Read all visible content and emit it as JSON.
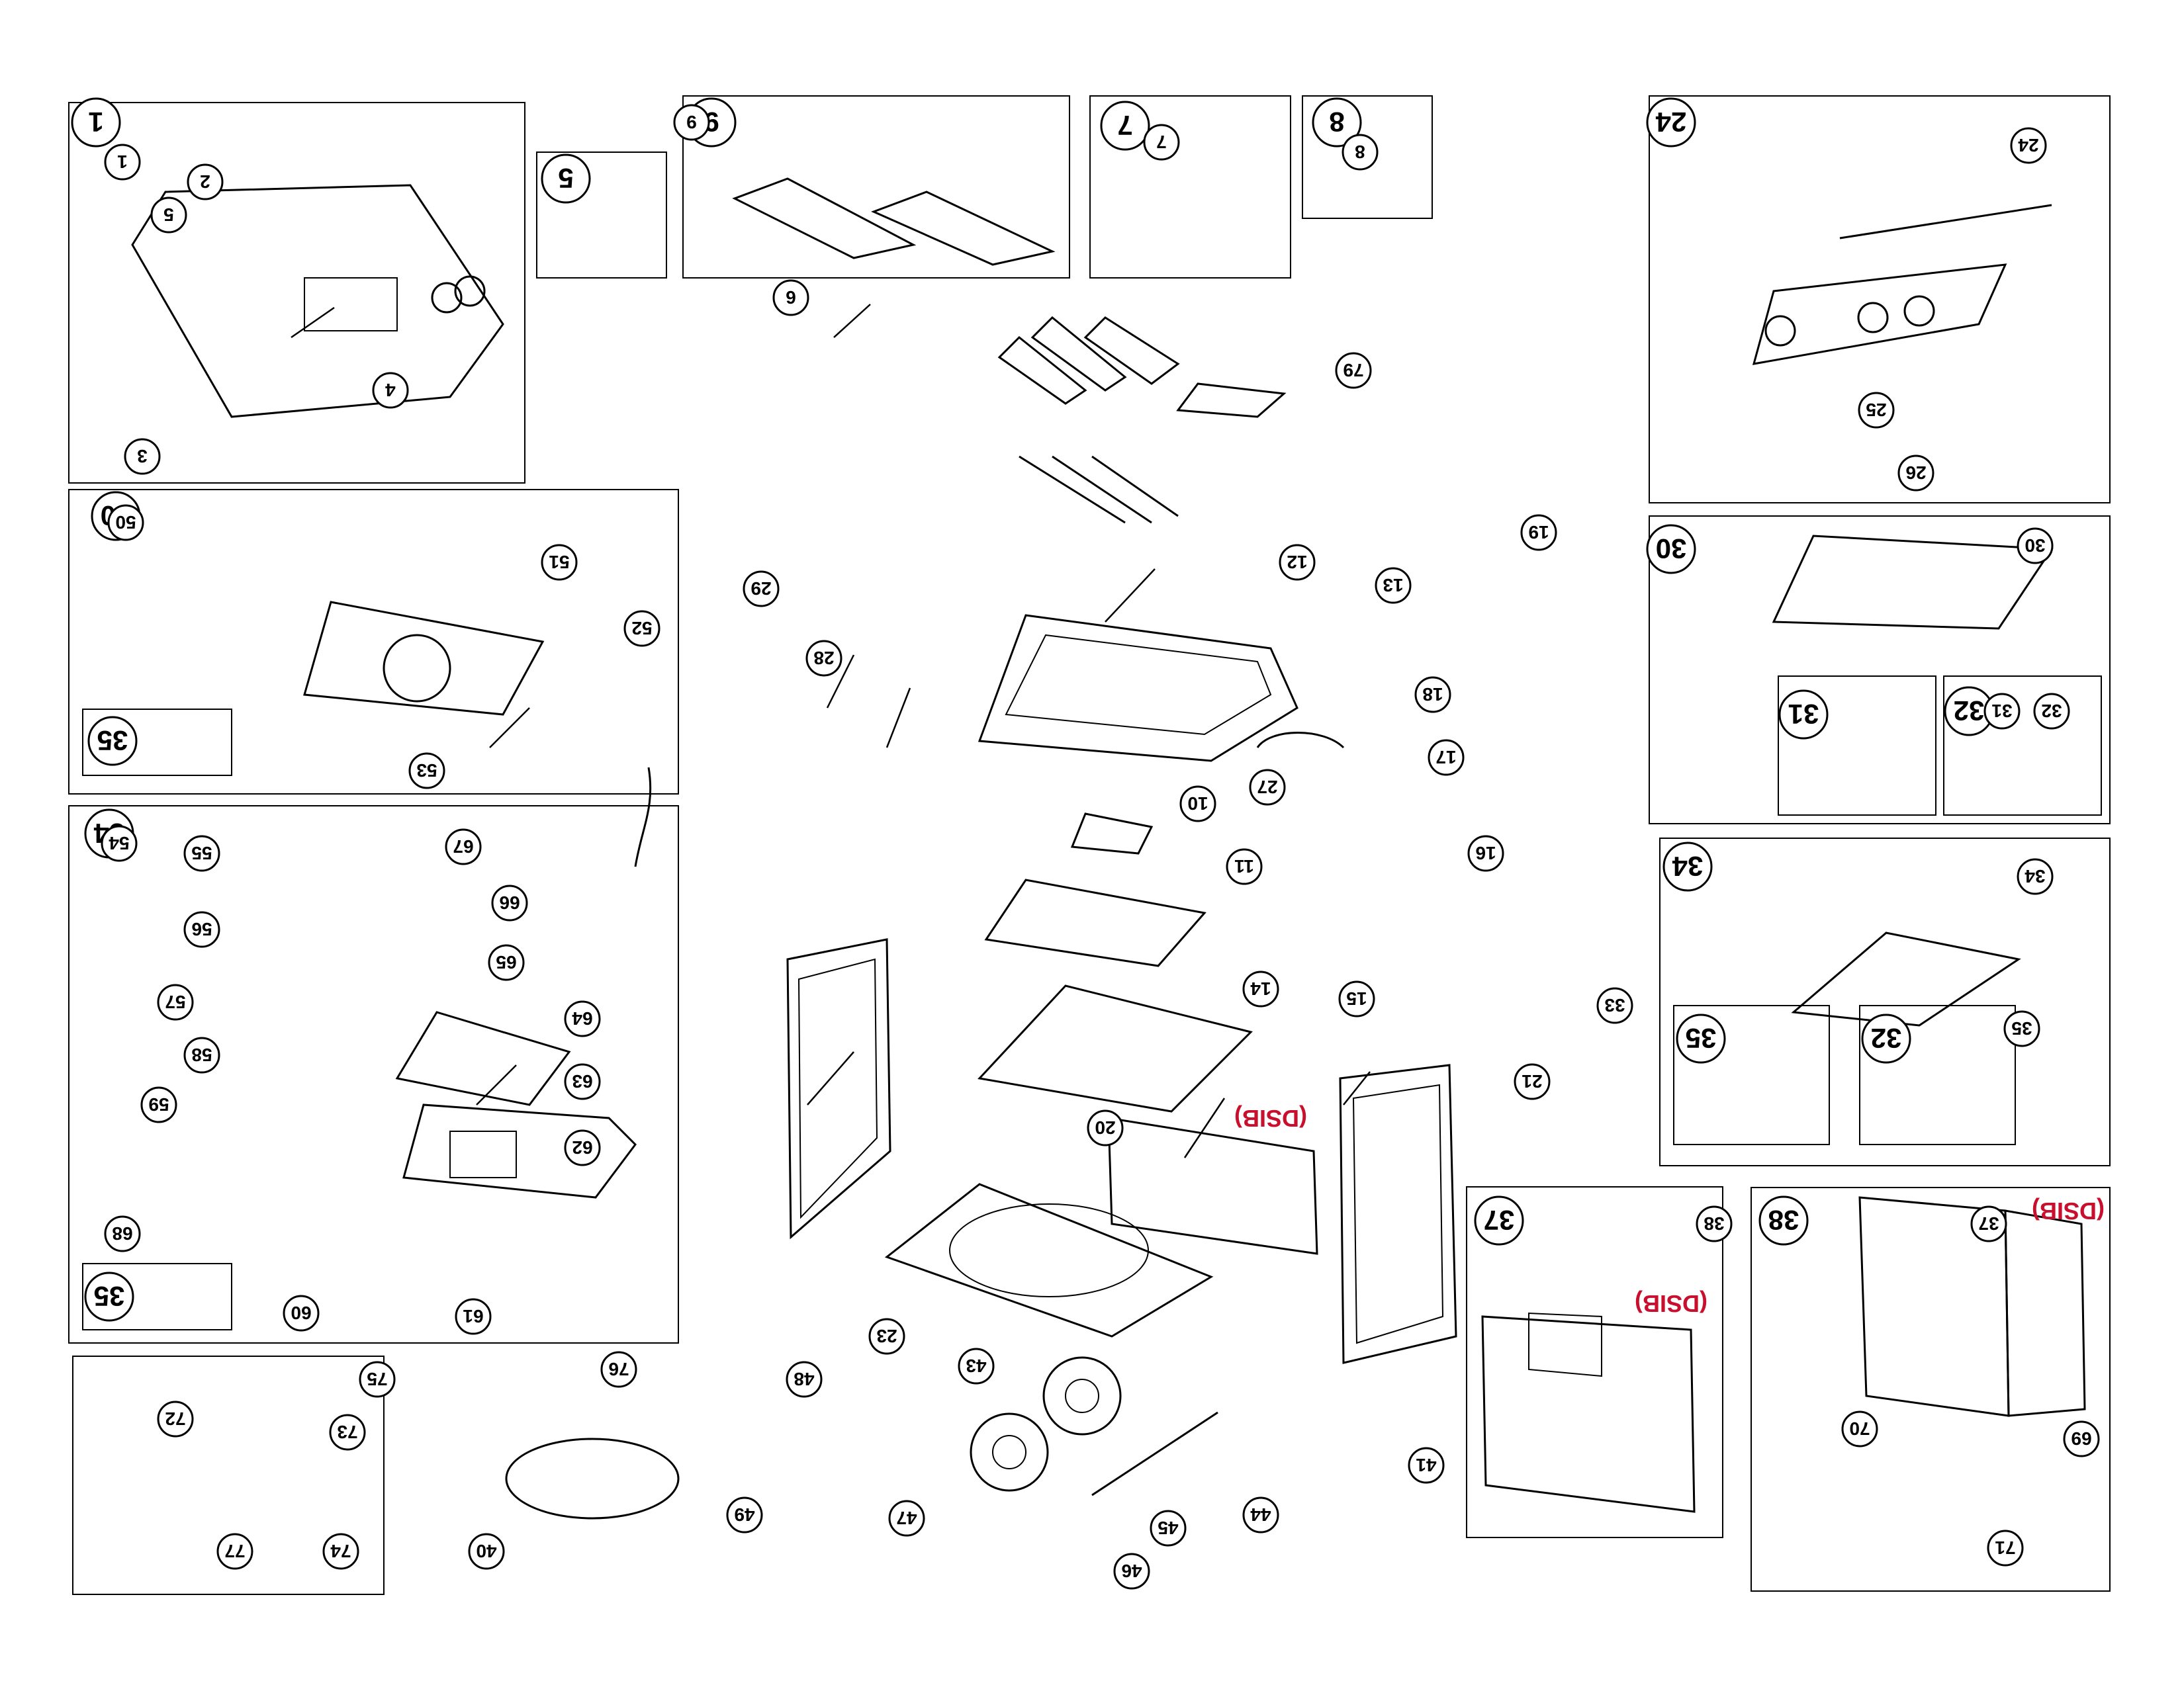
{
  "flipped": true,
  "callouts": [
    "1",
    "2",
    "3",
    "4",
    "5",
    "6",
    "7",
    "8",
    "9",
    "10",
    "11",
    "12",
    "13",
    "14",
    "15",
    "16",
    "17",
    "18",
    "19",
    "20",
    "21",
    "23",
    "24",
    "25",
    "26",
    "27",
    "28",
    "29",
    "30",
    "31",
    "32",
    "33",
    "34",
    "35",
    "37",
    "38",
    "40",
    "41",
    "43",
    "44",
    "45",
    "46",
    "47",
    "48",
    "49",
    "50",
    "51",
    "52",
    "53",
    "54",
    "55",
    "56",
    "57",
    "58",
    "59",
    "60",
    "61",
    "62",
    "63",
    "64",
    "65",
    "66",
    "67",
    "68",
    "69",
    "70",
    "71",
    "72",
    "73",
    "74",
    "75",
    "76",
    "77",
    "79"
  ],
  "boxes": [
    {
      "label": "38"
    },
    {
      "label": "37"
    },
    {
      "label": "34"
    },
    {
      "label": "32"
    },
    {
      "label": "35"
    },
    {
      "label": "30"
    },
    {
      "label": "32"
    },
    {
      "label": "31"
    },
    {
      "label": "24"
    },
    {
      "label": "8"
    },
    {
      "label": "7"
    },
    {
      "label": "9"
    },
    {
      "label": "5"
    },
    {
      "label": "1"
    },
    {
      "label": "50"
    },
    {
      "label": "35"
    },
    {
      "label": "54"
    },
    {
      "label": "35"
    }
  ],
  "dsib_note": "(DSIB)",
  "colors": {
    "line": "#000000",
    "note": "#c8102e",
    "background": "#ffffff"
  }
}
